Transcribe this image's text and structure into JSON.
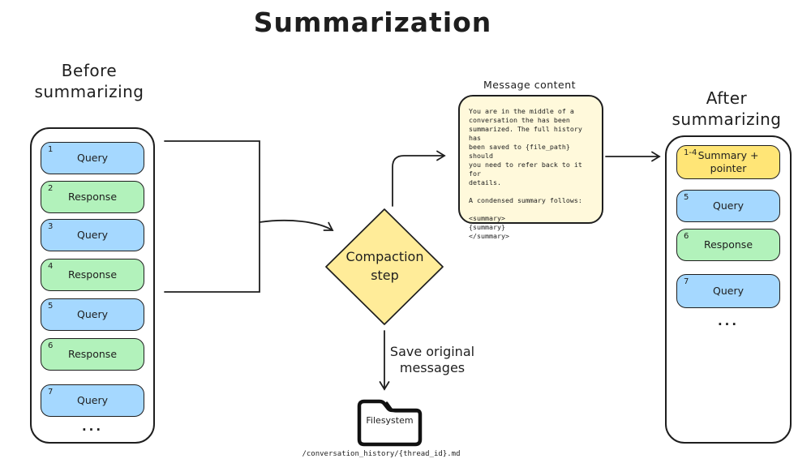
{
  "title": "Summarization",
  "colors": {
    "query": "#a5d8ff",
    "response": "#b2f2bb",
    "diamond": "#ffec99",
    "summary": "#ffe576",
    "note": "#fff9db",
    "stroke": "#1e1e1e"
  },
  "before": {
    "heading": "Before\nsummarizing",
    "items": [
      {
        "num": "1",
        "label": "Query",
        "color": "#a5d8ff"
      },
      {
        "num": "2",
        "label": "Response",
        "color": "#b2f2bb"
      },
      {
        "num": "3",
        "label": "Query",
        "color": "#a5d8ff"
      },
      {
        "num": "4",
        "label": "Response",
        "color": "#b2f2bb"
      },
      {
        "num": "5",
        "label": "Query",
        "color": "#a5d8ff"
      },
      {
        "num": "6",
        "label": "Response",
        "color": "#b2f2bb"
      },
      {
        "num": "7",
        "label": "Query",
        "color": "#a5d8ff"
      }
    ],
    "ellipsis": "..."
  },
  "after": {
    "heading": "After\nsummarizing",
    "items": [
      {
        "num": "1-4",
        "label": "Summary + pointer",
        "color": "#ffe576"
      },
      {
        "num": "5",
        "label": "Query",
        "color": "#a5d8ff"
      },
      {
        "num": "6",
        "label": "Response",
        "color": "#b2f2bb"
      },
      {
        "num": "7",
        "label": "Query",
        "color": "#a5d8ff"
      }
    ],
    "ellipsis": "..."
  },
  "diamond": {
    "label": "Compaction\nstep"
  },
  "note": {
    "heading": "Message content",
    "body": "You are in the middle of a\nconversation the has been\nsummarized. The full history has\nbeen saved to {file_path} should\nyou need to refer back to it for\ndetails.\n\nA condensed summary follows:\n\n<summary>\n{summary}\n</summary>"
  },
  "save_label": "Save original\nmessages",
  "filesystem": {
    "label": "Filesystem",
    "path": "/conversation_history/{thread_id}.md"
  }
}
